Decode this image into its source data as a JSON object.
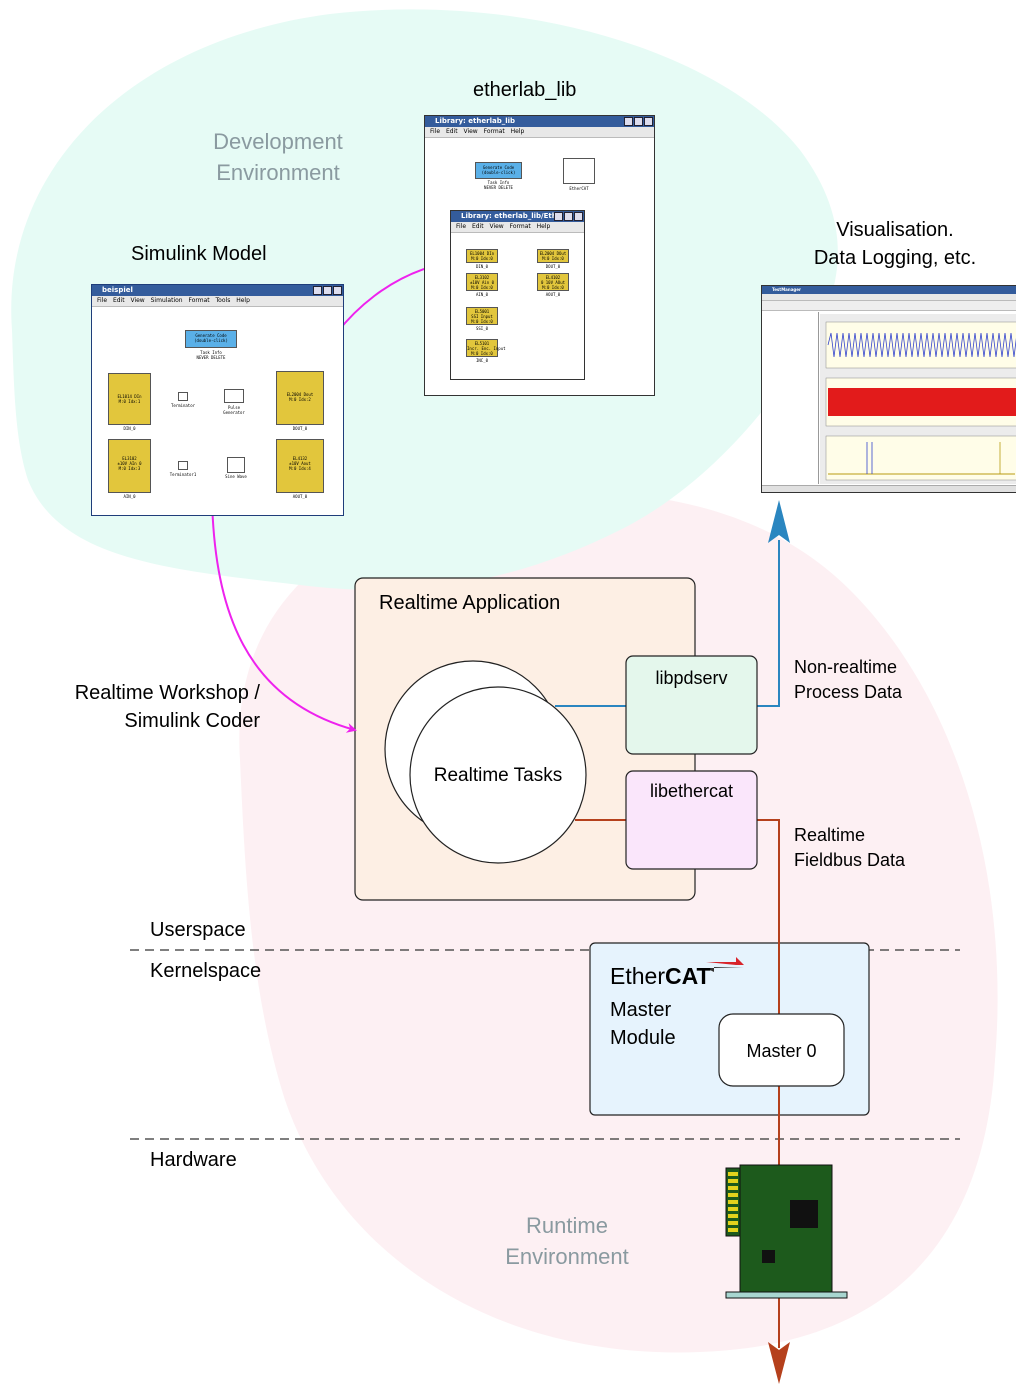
{
  "labels": {
    "etherlab_lib": "etherlab_lib",
    "dev_env": "Development\nEnvironment",
    "simulink_model": "Simulink Model",
    "visualisation": "Visualisation.\nData Logging, etc.",
    "realtime_application": "Realtime Application",
    "libpdserv": "libpdserv",
    "libethercat": "libethercat",
    "realtime_tasks": "Realtime Tasks",
    "rtw": "Realtime Workshop /\nSimulink Coder",
    "nonrealtime": "Non-realtime\nProcess Data",
    "realtime_fieldbus": "Realtime\nFieldbus Data",
    "userspace": "Userspace",
    "kernelspace": "Kernelspace",
    "hardware": "Hardware",
    "ethercat_ether": "Ether",
    "ethercat_cat": "CAT",
    "master_module": "Master\nModule",
    "master0": "Master 0",
    "runtime_env": "Runtime\nEnvironment"
  },
  "lib_window": {
    "title": "Library: etherlab_lib",
    "menu": "File Edit View Format Help",
    "gen_code": "Generate Code (double-click)",
    "task_info": "Task Info\nNEVER DELETE",
    "ethercat_block": "EtherCAT"
  },
  "lib_sub_window": {
    "title": "Library: etherlab_lib/Eth",
    "menu": "File Edit View Format Help",
    "blocks": [
      {
        "text": "EL1004 DIn\nM:0 Idx:0",
        "label": "DIN_0"
      },
      {
        "text": "EL2004 DOut\nM:0 Idx:0",
        "label": "DOUT_0"
      },
      {
        "text": "EL3102\n±10V Ain 0\nM:0 Idx:0",
        "label": "AIN_0"
      },
      {
        "text": "EL4102\n0 10V AOut\nM:0 Idx:0",
        "label": "AOUT_0"
      },
      {
        "text": "EL5001\nSSI Input\nM:0 Idx:0",
        "label": "SSI_0"
      },
      {
        "text": "EL5101\nIncr. Enc. Input\nM:0 Idx:0",
        "label": "INC_0"
      }
    ]
  },
  "model_window": {
    "title": "beispiel",
    "menu": "File Edit View Simulation Format Tools Help",
    "gen_code": "Generate Code (double-click)",
    "task_info": "Task Info\nNEVER DELETE",
    "blocks": [
      {
        "text": "EL1014 DIn\nM:0 Idx:1",
        "label": "DIN_0"
      },
      {
        "text": "EL2004 Dout\nM:0 Idx:2",
        "label": "DOUT_0"
      },
      {
        "text": "EL3102\n±10V AIn 0\nM:0 Idx:3",
        "label": "AIN_0"
      },
      {
        "text": "EL4132\n±10V Aout\nM:0 Idx:4",
        "label": "AOUT_0"
      }
    ],
    "terminator1": "Terminator",
    "terminator2": "Terminator1",
    "pulse": "Pulse\nGenerator",
    "sine": "Sine Wave"
  },
  "vis_window": {
    "title": "TestManager"
  },
  "colors": {
    "dev_blob": "#e6fbf5",
    "runtime_blob": "#fdf0f3",
    "app_box": "#fdefe4",
    "libpdserv": "#e4f7ec",
    "libethercat": "#fae6fb",
    "master_module": "#e6f3fd",
    "magenta": "#ee22ee",
    "blue_line": "#2a86c0",
    "red_line": "#b5401c",
    "pcb": "#1d5a1c"
  }
}
